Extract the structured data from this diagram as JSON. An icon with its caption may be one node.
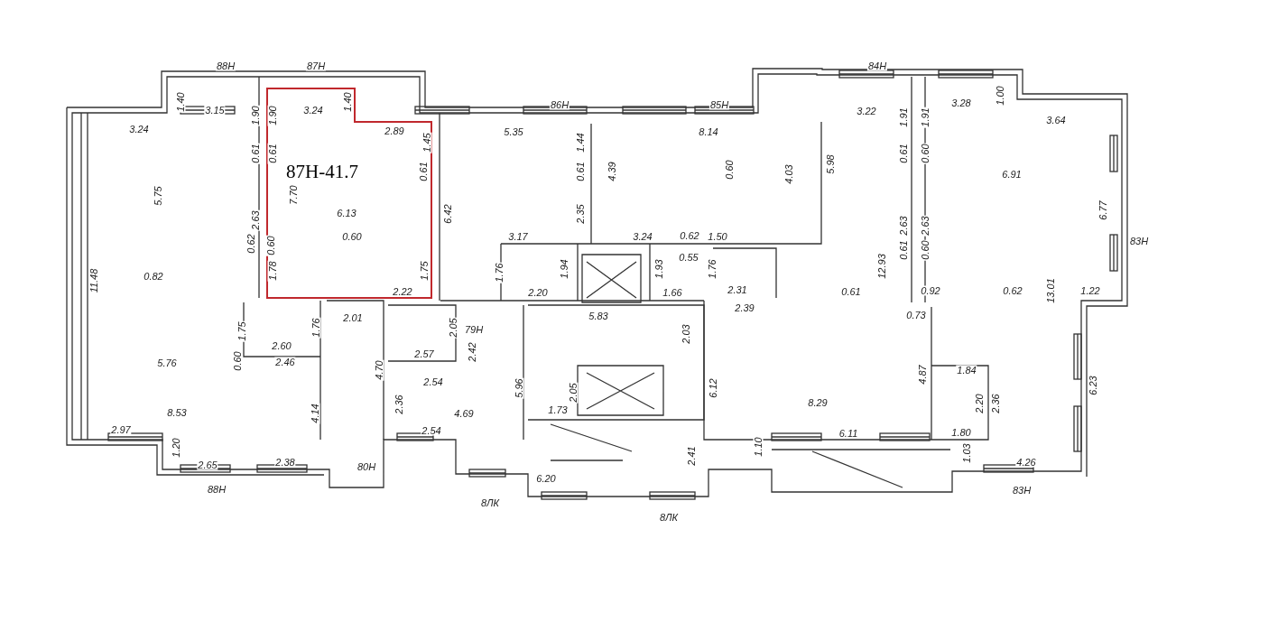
{
  "diagram": {
    "nodes": [
      {
        "text": [
          "87Н-41.7"
        ]
      }
    ],
    "labels": [
      "88Н",
      "87Н",
      "84Н",
      "86Н",
      "85Н",
      "1.40",
      "3.15",
      "1.90",
      "1.90",
      "3.24",
      "1.40",
      "3.22",
      "3.28",
      "1.00",
      "3.24",
      "2.89",
      "5.35",
      "1.44",
      "8.14",
      "1.45",
      "1.91",
      "1.91",
      "3.64",
      "0.61",
      "0.61",
      "0.61",
      "0.61",
      "4.39",
      "0.60",
      "4.03",
      "5.98",
      "0.61",
      "0.60",
      "6.91",
      "5.75",
      "7.70",
      "6.13",
      "2.63",
      "6.42",
      "2.35",
      "2.63",
      "2.63",
      "6.77",
      "83Н",
      "0.60",
      "0.62",
      "0.60",
      "3.17",
      "3.24",
      "0.62",
      "1.50",
      "0.61",
      "0.60",
      "0.55",
      "12.93",
      "11.48",
      "1.78",
      "1.75",
      "1.76",
      "1.94",
      "1.93",
      "1.76",
      "0.82",
      "2.22",
      "2.20",
      "1.66",
      "2.31",
      "0.61",
      "0.92",
      "0.62",
      "13.01",
      "1.22",
      "2.01",
      "5.83",
      "2.39",
      "0.73",
      "1.75",
      "1.76",
      "2.05",
      "79Н",
      "2.03",
      "2.60",
      "0.60",
      "2.46",
      "4.70",
      "2.42",
      "2.57",
      "2.54",
      "5.96",
      "6.12",
      "1.84",
      "2.36",
      "4.87",
      "2.20",
      "2.36",
      "2.05",
      "5.76",
      "8.29",
      "6.23",
      "8.53",
      "4.14",
      "4.69",
      "1.73",
      "2.97",
      "2.54",
      "6.11",
      "1.80",
      "1.20",
      "2.41",
      "1.10",
      "1.03",
      "2.65",
      "2.38",
      "4.26",
      "80Н",
      "6.20",
      "88Н",
      "8ЛК",
      "83Н",
      "8ЛК"
    ]
  }
}
